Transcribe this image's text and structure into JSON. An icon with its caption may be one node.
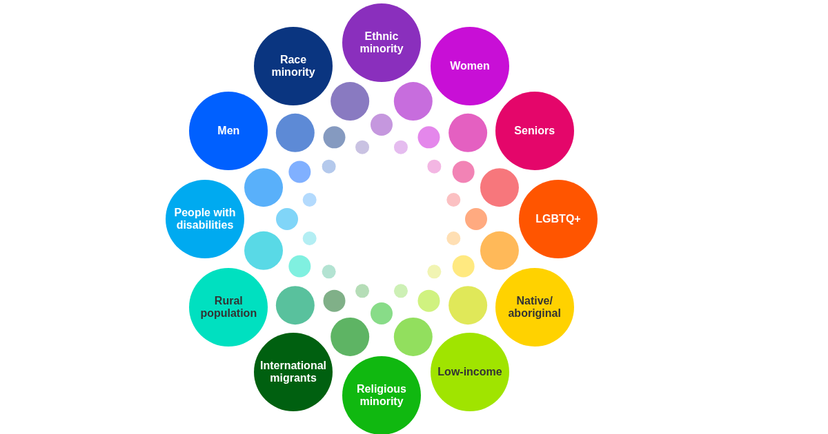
{
  "diagram": {
    "nodes": [
      {
        "text": [
          "Ethnic minority"
        ]
      },
      {
        "text": [
          "Women"
        ]
      },
      {
        "text": [
          "Seniors"
        ]
      },
      {
        "text": [
          "LGBTQ+"
        ]
      },
      {
        "text": [
          "Native/ aboriginal"
        ]
      },
      {
        "text": [
          "Low-income"
        ]
      },
      {
        "text": [
          "Religious minority"
        ]
      },
      {
        "text": [
          "International migrants"
        ]
      },
      {
        "text": [
          "Rural population"
        ]
      },
      {
        "text": [
          "People with disabilities"
        ]
      },
      {
        "text": [
          "Men"
        ]
      },
      {
        "text": [
          "Race minority"
        ]
      }
    ]
  }
}
